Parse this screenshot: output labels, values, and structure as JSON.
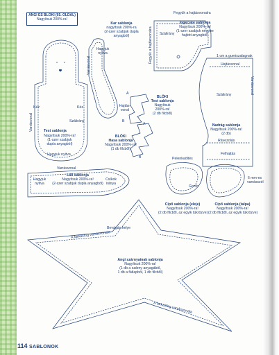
{
  "header_box": {
    "title": "ANGI ÉS BLÖKI (65. OLDAL)",
    "subtitle": "Nagyítsuk 200%-ra!"
  },
  "torso": {
    "name": "Test sablonja",
    "lines": [
      "Nagyítsuk 200%-ra!",
      "(1-szer szabjuk",
      "dupla anyagból)"
    ],
    "labels": {
      "kez_left": "Kéz",
      "kez_right": "Kéz",
      "szalirany": "Szálirány",
      "varrasvonal": "Varrásvonal",
      "hagyjuk_nyitva": "Hagyjuk nyitva"
    }
  },
  "arm": {
    "name": "Kar sablonja",
    "lines": [
      "nagyítsuk 200%-ra",
      "(2-szer szabjuk dupla",
      "anyagból)"
    ],
    "labels": {
      "hagyjuk_nyitva": "Hagyjuk nyitva",
      "varrasvonal": "Varrásvonal"
    }
  },
  "shirt": {
    "top_label": "Fegyük a hajtásvonalra",
    "side_label": "Fegyük a hajtásvonalra",
    "name": "Ingecske sablonja",
    "lines": [
      "Nagyítsuk 200%-ra!",
      "(1-szer szabjuk négybe",
      "hajtott anyagból)"
    ],
    "szalirany": "Szálirány"
  },
  "dog_body": {
    "name": "Test sablonja",
    "header": "BLÖKI",
    "lines": [
      "Nagyítsuk",
      "200%-ra!",
      "(2 db filcből)"
    ],
    "hajtasvonal": "Hajtás-vonal",
    "marker_a": "A",
    "marker_b": "B"
  },
  "dog_belly": {
    "header": "BLÖKI",
    "name": "Hasa sablonja",
    "lines": [
      "Nagyítsuk 200%-ra!",
      "(1 db filcből)"
    ],
    "marker_a": "A",
    "marker_b": "B"
  },
  "trousers": {
    "gumi": "1 cm a gumiszalagnak",
    "hajtasvonal": "Hajtásvonal",
    "varrasvonal": "Varrásvonal",
    "szalirany": "Szálirány",
    "name": "Nadrág sablonja",
    "lines": [
      "Nagyítsuk 200%-ra!",
      "(2 db)"
    ],
    "ravezolas": "Rávezolás",
    "felhajtas": "Felhajtás"
  },
  "leg": {
    "varrasvonal": "Varrásvonal",
    "hagyjuk_nyitva": "Hagyjuk nyitva",
    "name": "Láb sablonja",
    "lines": [
      "Nagyítsuk 200%-ra!",
      "(2-szer szabjuk dupla anyagból)"
    ],
    "csikok": "Csíkok iránya"
  },
  "shoes": {
    "pelenk": "Pelenkaöltés",
    "gomb": "Gomb",
    "mm_varrasszel": "6 mm-es varrásszél",
    "front_name": "Cipő sablonja (eleje)",
    "front_lines": [
      "Nagyítsuk 200%-ra!",
      "(2 db filcből, az egyik tükrözve)"
    ],
    "sole_name": "Cipő sablonja (talpa)",
    "sole_lines": [
      "Nagyítsuk 200%-ra!",
      "(2 db filcből, az egyik tükrözve)"
    ]
  },
  "star": {
    "bevagas": "Bevágás helye",
    "farkas": "A farkasfog varrásvonala",
    "name": "Angi szárnyainak sablonja",
    "lines": [
      "Nagyítsuk 200%-ra!",
      "(1 db a szárny anyagából,",
      "1 db a fátlapból, 1 db filcből)"
    ],
    "bottom_label": "A farkasfog varrásvonala"
  },
  "footer": {
    "page_number": "114",
    "section": "Sablonok"
  }
}
